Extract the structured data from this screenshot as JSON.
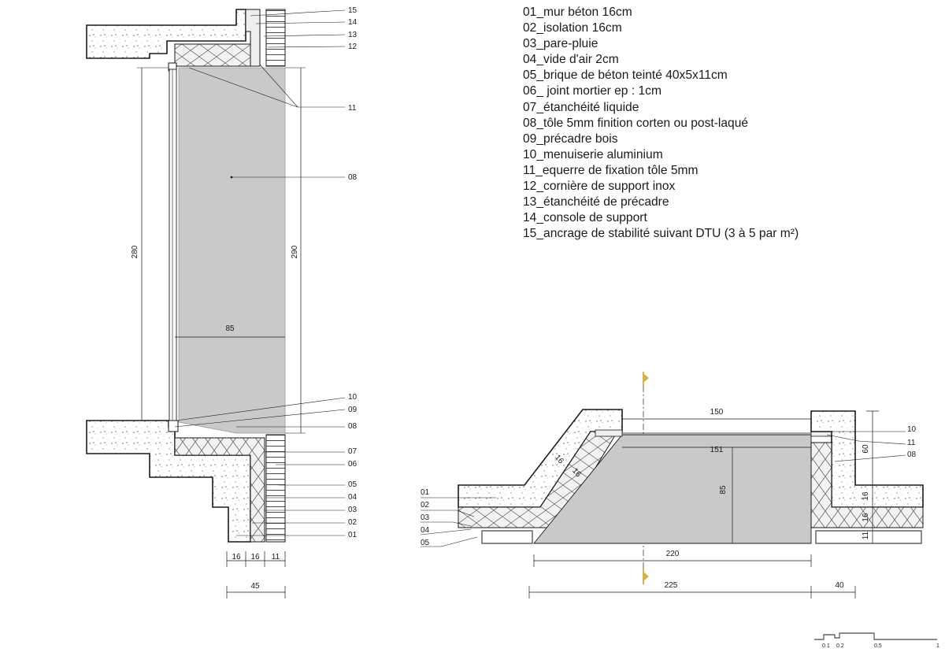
{
  "legend": [
    "01_mur béton 16cm",
    "02_isolation 16cm",
    "03_pare-pluie",
    "04_vide d'air 2cm",
    "05_brique de béton teinté 40x5x11cm",
    "06_ joint mortier ep : 1cm",
    "07_étanchéité liquide",
    "08_tôle 5mm finition corten ou post-laqué",
    "09_précadre bois",
    "10_menuiserie aluminium",
    "11_equerre de fixation tôle 5mm",
    "12_cornière de support inox",
    "13_étanchéité de précadre",
    "14_console de support",
    "15_ancrage de stabilité suivant DTU (3 à 5 par m²)"
  ],
  "section": {
    "callouts_top": [
      "15",
      "14",
      "13",
      "12"
    ],
    "callout_11": "11",
    "callout_08_mid": "08",
    "callouts_sill": [
      "10",
      "09",
      "08"
    ],
    "callouts_wall": [
      "07",
      "06",
      "05",
      "04",
      "03",
      "02",
      "01"
    ],
    "dim_280": "280",
    "dim_290": "290",
    "dim_85": "85",
    "dim_layers": [
      "16",
      "16",
      "11"
    ],
    "dim_45": "45"
  },
  "plan": {
    "callouts_left": [
      "01",
      "02",
      "03",
      "04",
      "05"
    ],
    "callouts_right": [
      "10",
      "11",
      "08"
    ],
    "dim_150": "150",
    "dim_151": "151",
    "dim_85": "85",
    "dim_220": "220",
    "dim_225": "225",
    "dim_40": "40",
    "dim_16a": "16",
    "dim_16b": "16",
    "dim_60": "60",
    "dim_r16a": "16",
    "dim_r16b": "16",
    "dim_r11": "11"
  },
  "scale_bar": [
    "0.1",
    "0.2",
    "0.5",
    "1"
  ],
  "colors": {
    "sheet_metal": "#c9c9c9",
    "concrete_outline": "#1a1a1a",
    "insulation": "#d8d8d8",
    "axis_marker": "#d4b34a"
  }
}
